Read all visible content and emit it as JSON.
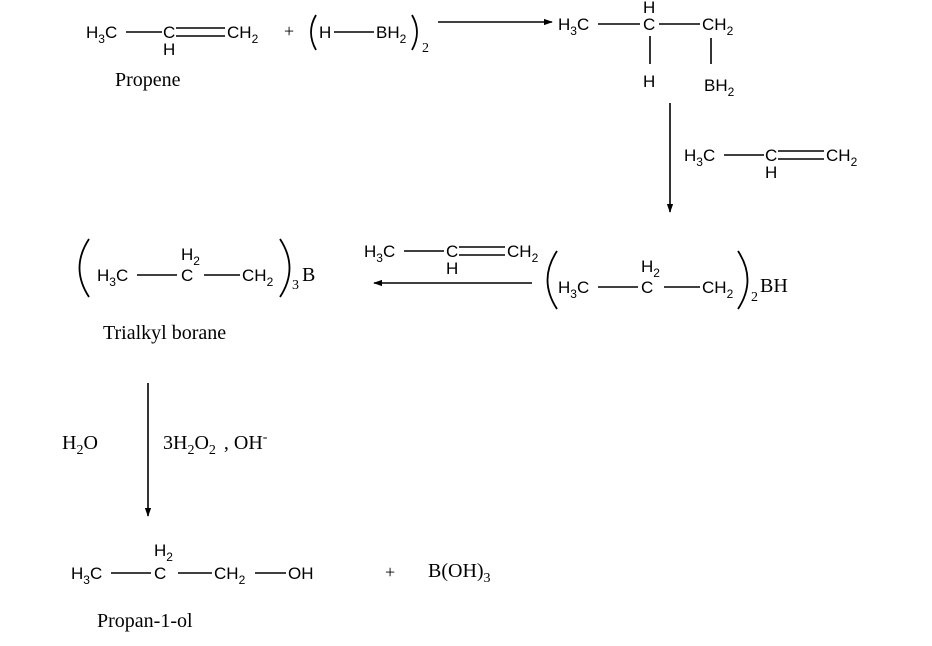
{
  "labels": {
    "propene": "Propene",
    "trialkyl_borane": "Trialkyl borane",
    "propan_1_ol": "Propan-1-ol"
  },
  "atoms": {
    "H": "H",
    "C": "C",
    "B": "B",
    "BH": "BH",
    "OH": "OH",
    "H3C_base": "H",
    "H3C_sub": "3",
    "H3C_c": "C",
    "CH2_c": "CH",
    "CH2_sub": "2",
    "BH2_b": "BH",
    "BH2_sub": "2",
    "H2_h": "H",
    "H2_sub": "2"
  },
  "reagents": {
    "plus": "+",
    "diborane_sub": "2",
    "dialkyl_sub": "2",
    "trialkyl_sub": "3",
    "water_h": "H",
    "water_sub": "2",
    "water_o": "O",
    "peroxide_coeff": "3H",
    "peroxide_sub1": "2",
    "peroxide_o": "O",
    "peroxide_sub2": "2",
    "hydroxide": ", OH",
    "hydroxide_charge": "-",
    "boric_acid_base": "B(OH)",
    "boric_acid_sub": "3"
  }
}
